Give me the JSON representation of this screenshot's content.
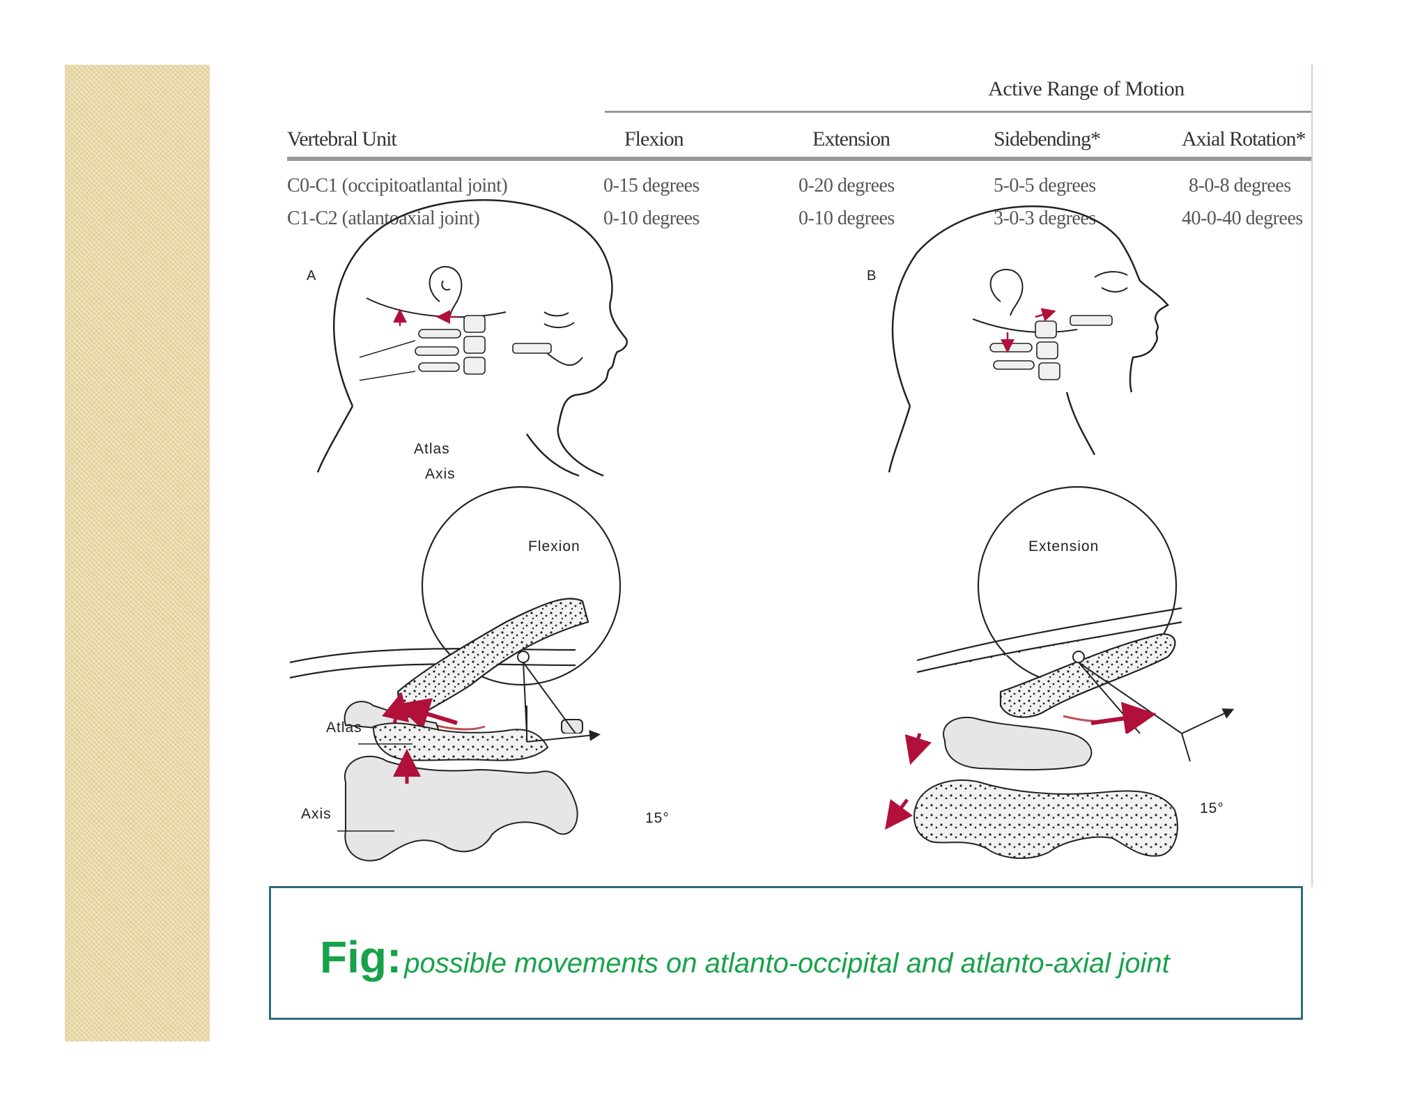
{
  "table": {
    "super_header": "Active Range of Motion",
    "columns": [
      "Vertebral Unit",
      "Flexion",
      "Extension",
      "Sidebending*",
      "Axial Rotation*"
    ],
    "rows": [
      [
        "C0-C1 (occipitoatlantal joint)",
        "0-15 degrees",
        "0-20 degrees",
        "5-0-5 degrees",
        "8-0-8 degrees"
      ],
      [
        "C1-C2 (atlantoaxial joint)",
        "0-10 degrees",
        "0-10 degrees",
        "3-0-3 degrees",
        "40-0-40 degrees"
      ]
    ]
  },
  "panel_a": {
    "letter": "A",
    "atlas_label": "Atlas",
    "axis_label": "Axis",
    "motion_label": "Flexion",
    "inset_atlas_label": "Atlas",
    "inset_axis_label": "Axis",
    "angle_label": "15°"
  },
  "panel_b": {
    "letter": "B",
    "motion_label": "Extension",
    "angle_label": "15°"
  },
  "caption": {
    "prefix": "Fig:",
    "text": "possible movements on atlanto-occipital and atlanto-axial joint"
  },
  "colors": {
    "caption_green": "#17a24a",
    "caption_border": "#2f6b7a",
    "arrow_red": "#b0103a",
    "sidebar": "#e8d8a8"
  }
}
